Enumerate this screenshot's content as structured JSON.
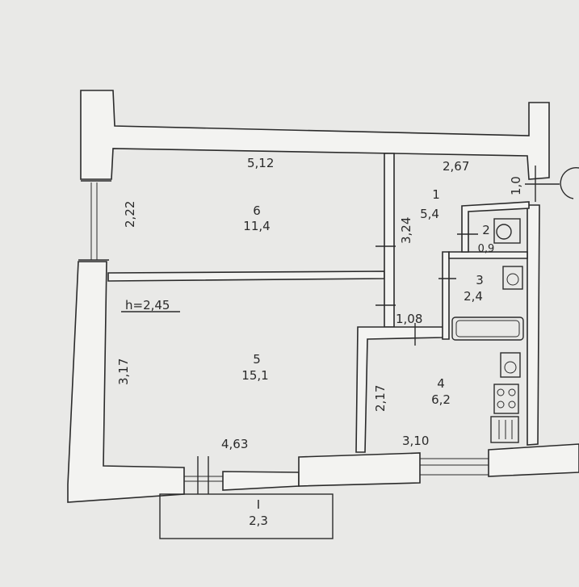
{
  "ceiling_height": "h=2,45",
  "rooms": [
    {
      "number": "1",
      "area": "5,4"
    },
    {
      "number": "2",
      "area": "0,9"
    },
    {
      "number": "3",
      "area": "2,4"
    },
    {
      "number": "4",
      "area": "6,2"
    },
    {
      "number": "5",
      "area": "15,1"
    },
    {
      "number": "6",
      "area": "11,4"
    },
    {
      "number": "I",
      "area": "2,3"
    }
  ],
  "dimensions": {
    "room6_width": "5,12",
    "room6_depth": "2,22",
    "room1_width": "2,67",
    "room1_depth": "3,24",
    "entrance_wall": "1,0",
    "corridor_width": "1,08",
    "room5_depth": "3,17",
    "room5_width": "4,63",
    "room4_depth": "2,17",
    "room4_width": "3,10"
  },
  "colors": {
    "paper": "#e9e9e7",
    "ink": "#2b2b2b"
  }
}
